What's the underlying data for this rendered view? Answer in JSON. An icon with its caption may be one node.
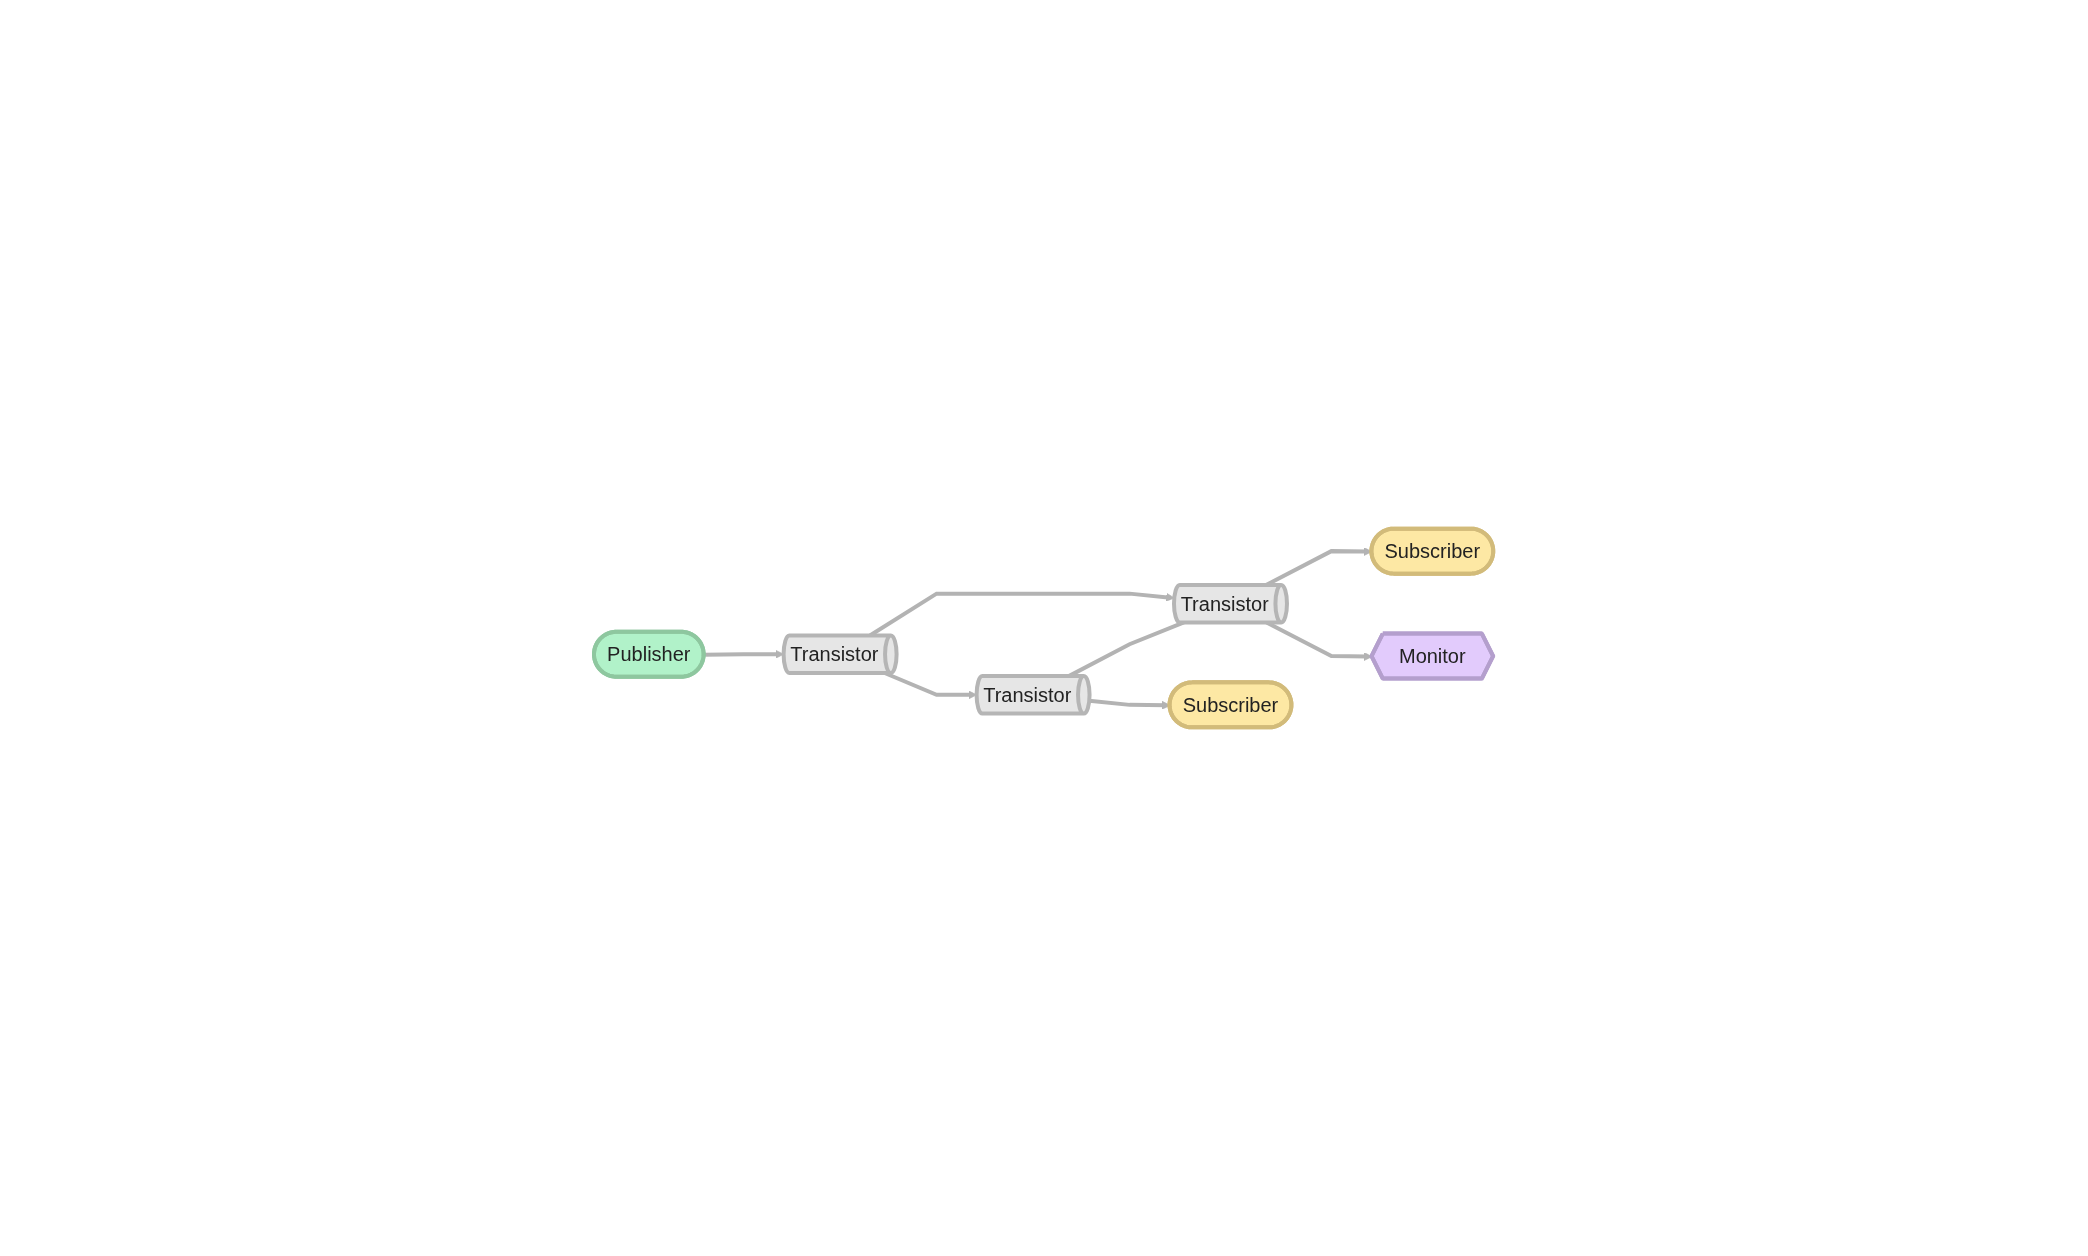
{
  "diagram": {
    "nodes": [
      {
        "text": [
          "Publisher"
        ]
      },
      {
        "text": [
          "Transistor"
        ]
      },
      {
        "text": [
          "Transistor"
        ]
      },
      {
        "text": [
          "Transistor"
        ]
      },
      {
        "text": [
          "Subscriber"
        ]
      },
      {
        "text": [
          "Subscriber"
        ]
      },
      {
        "text": [
          "Monitor"
        ]
      }
    ],
    "edges": [
      {
        "from": 0,
        "to": 1,
        "arrow": "to"
      },
      {
        "from": 1,
        "to": 2,
        "arrow": "to"
      },
      {
        "from": 1,
        "to": 3,
        "arrow": "to"
      },
      {
        "from": 2,
        "to": 3,
        "arrow": "none"
      },
      {
        "from": 2,
        "to": 4,
        "arrow": "to"
      },
      {
        "from": 3,
        "to": 5,
        "arrow": "to"
      },
      {
        "from": 3,
        "to": 6,
        "arrow": "to"
      }
    ]
  }
}
